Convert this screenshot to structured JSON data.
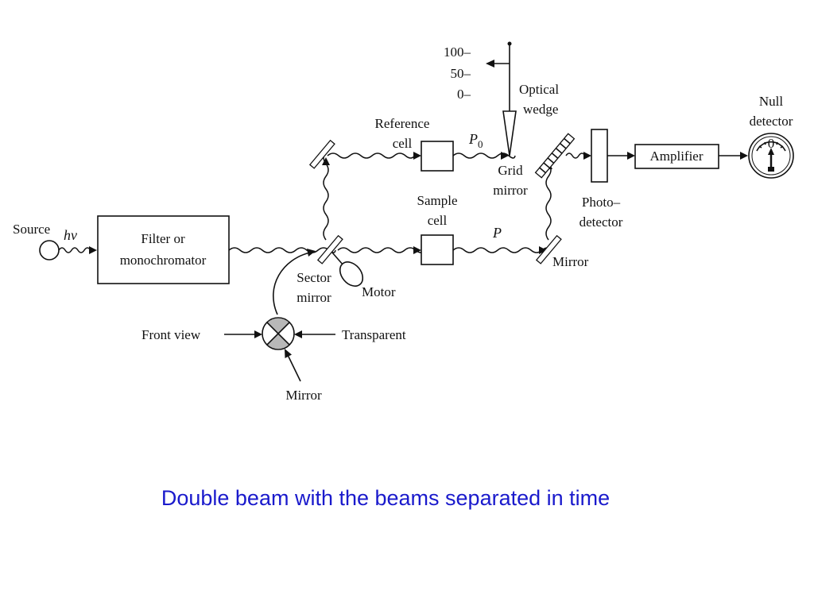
{
  "colors": {
    "caption": "#1a1acc",
    "ink": "#111111",
    "background": "#ffffff"
  },
  "labels": {
    "source": "Source",
    "hv": "hν",
    "filter_line1": "Filter or",
    "filter_line2": "monochromator",
    "sector_line1": "Sector",
    "sector_line2": "mirror",
    "motor": "Motor",
    "front_view": "Front view",
    "transparent": "Transparent",
    "mirror_bottom": "Mirror",
    "reference_line1": "Reference",
    "reference_line2": "cell",
    "sample_line1": "Sample",
    "sample_line2": "cell",
    "p0_main": "P",
    "p0_sub": "0",
    "p": "P",
    "grid_line1": "Grid",
    "grid_line2": "mirror",
    "mirror_right": "Mirror",
    "optical_line1": "Optical",
    "optical_line2": "wedge",
    "scale_100": "100–",
    "scale_50": "50–",
    "scale_0": "0–",
    "photo_line1": "Photo–",
    "photo_line2": "detector",
    "amplifier": "Amplifier",
    "null_line1": "Null",
    "null_line2": "detector",
    "meter_zero": "0"
  },
  "caption": "Double beam with the beams separated in time"
}
